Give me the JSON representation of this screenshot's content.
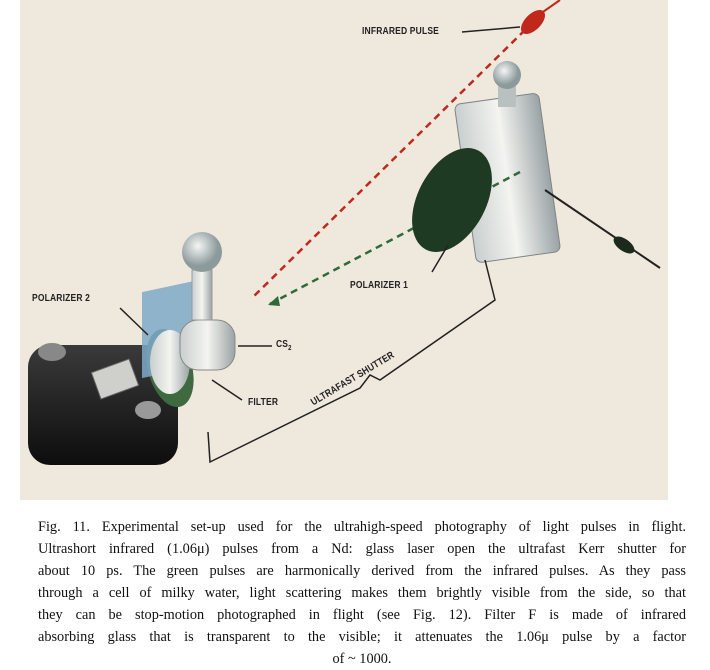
{
  "figure": {
    "labels": {
      "infrared_pulse": "INFRARED PULSE",
      "polarizer_2": "POLARIZER 2",
      "cs2": "CS",
      "cs2_sub": "2",
      "filter": "FILTER",
      "polarizer_1": "POLARIZER 1",
      "ultrafast_shutter": "ULTRAFAST SHUTTER"
    },
    "colors": {
      "background": "#efe8dd",
      "infrared": "#c0281c",
      "green": "#2f6b3a",
      "polarizer": "#1f3a22",
      "filter": "#7fa9c9"
    }
  },
  "caption": {
    "lines": [
      "Fig. 11. Experimental set-up used for the ultrahigh-speed photography of light pulses in flight.",
      "Ultrashort infrared (1.06μ) pulses from a Nd: glass laser open the ultrafast Kerr shutter for",
      "about 10 ps. The green pulses are harmonically derived from the infrared pulses. As they pass",
      "through a cell of milky water, light scattering makes them brightly visible from the side, so that",
      "they can be stop-motion photographed in flight (see Fig. 12). Filter F is made of infrared",
      "absorbing glass that is transparent to the visible; it attenuates the 1.06μ pulse by a factor",
      "of ~ 1000."
    ]
  }
}
